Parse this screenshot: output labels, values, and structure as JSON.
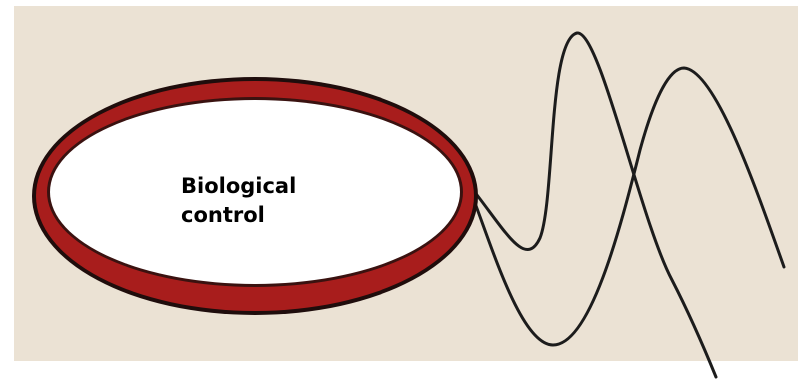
{
  "diagram": {
    "label_lines": [
      "Biological",
      "control"
    ],
    "colors": {
      "page": "#ffffff",
      "background": "#ebe2d4",
      "cell_outer": "#1f0d0c",
      "cell_wall": "#a81d1c",
      "cell_inner": "#ffffff",
      "flagella": "#1c1c1c"
    },
    "icons": [
      "bacterium-body",
      "flagellum"
    ]
  }
}
